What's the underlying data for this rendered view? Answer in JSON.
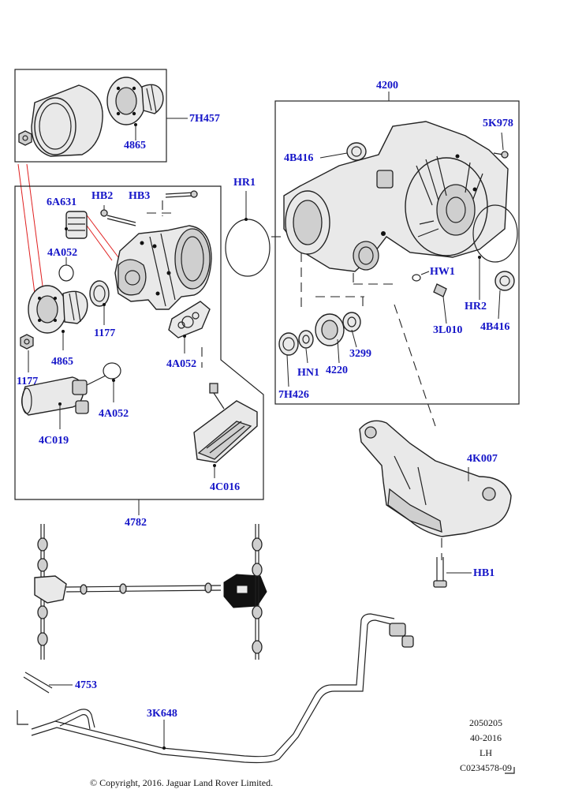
{
  "callouts": {
    "c7H457": "7H457",
    "c4865_top": "4865",
    "c4200": "4200",
    "c5K978": "5K978",
    "c4B416_top": "4B416",
    "cHR1": "HR1",
    "c6A631": "6A631",
    "cHB2": "HB2",
    "cHB3": "HB3",
    "c4A052_a": "4A052",
    "c1177_a": "1177",
    "c4865_mid": "4865",
    "c1177_b": "1177",
    "c4A052_b": "4A052",
    "c4A052_c": "4A052",
    "c4C019": "4C019",
    "c4C016": "4C016",
    "c4782": "4782",
    "cHW1": "HW1",
    "cHR2": "HR2",
    "c3L010": "3L010",
    "c4B416_bot": "4B416",
    "c3299": "3299",
    "cHN1": "HN1",
    "c4220": "4220",
    "c7H426": "7H426",
    "c4K007": "4K007",
    "cHB1": "HB1",
    "c4753": "4753",
    "c3K648": "3K648"
  },
  "reference": {
    "line1": "2050205",
    "line2": "40-2016",
    "line3": "LH",
    "line4": "C0234578-09"
  },
  "copyright": "© Copyright, 2016. Jaguar Land Rover Limited."
}
